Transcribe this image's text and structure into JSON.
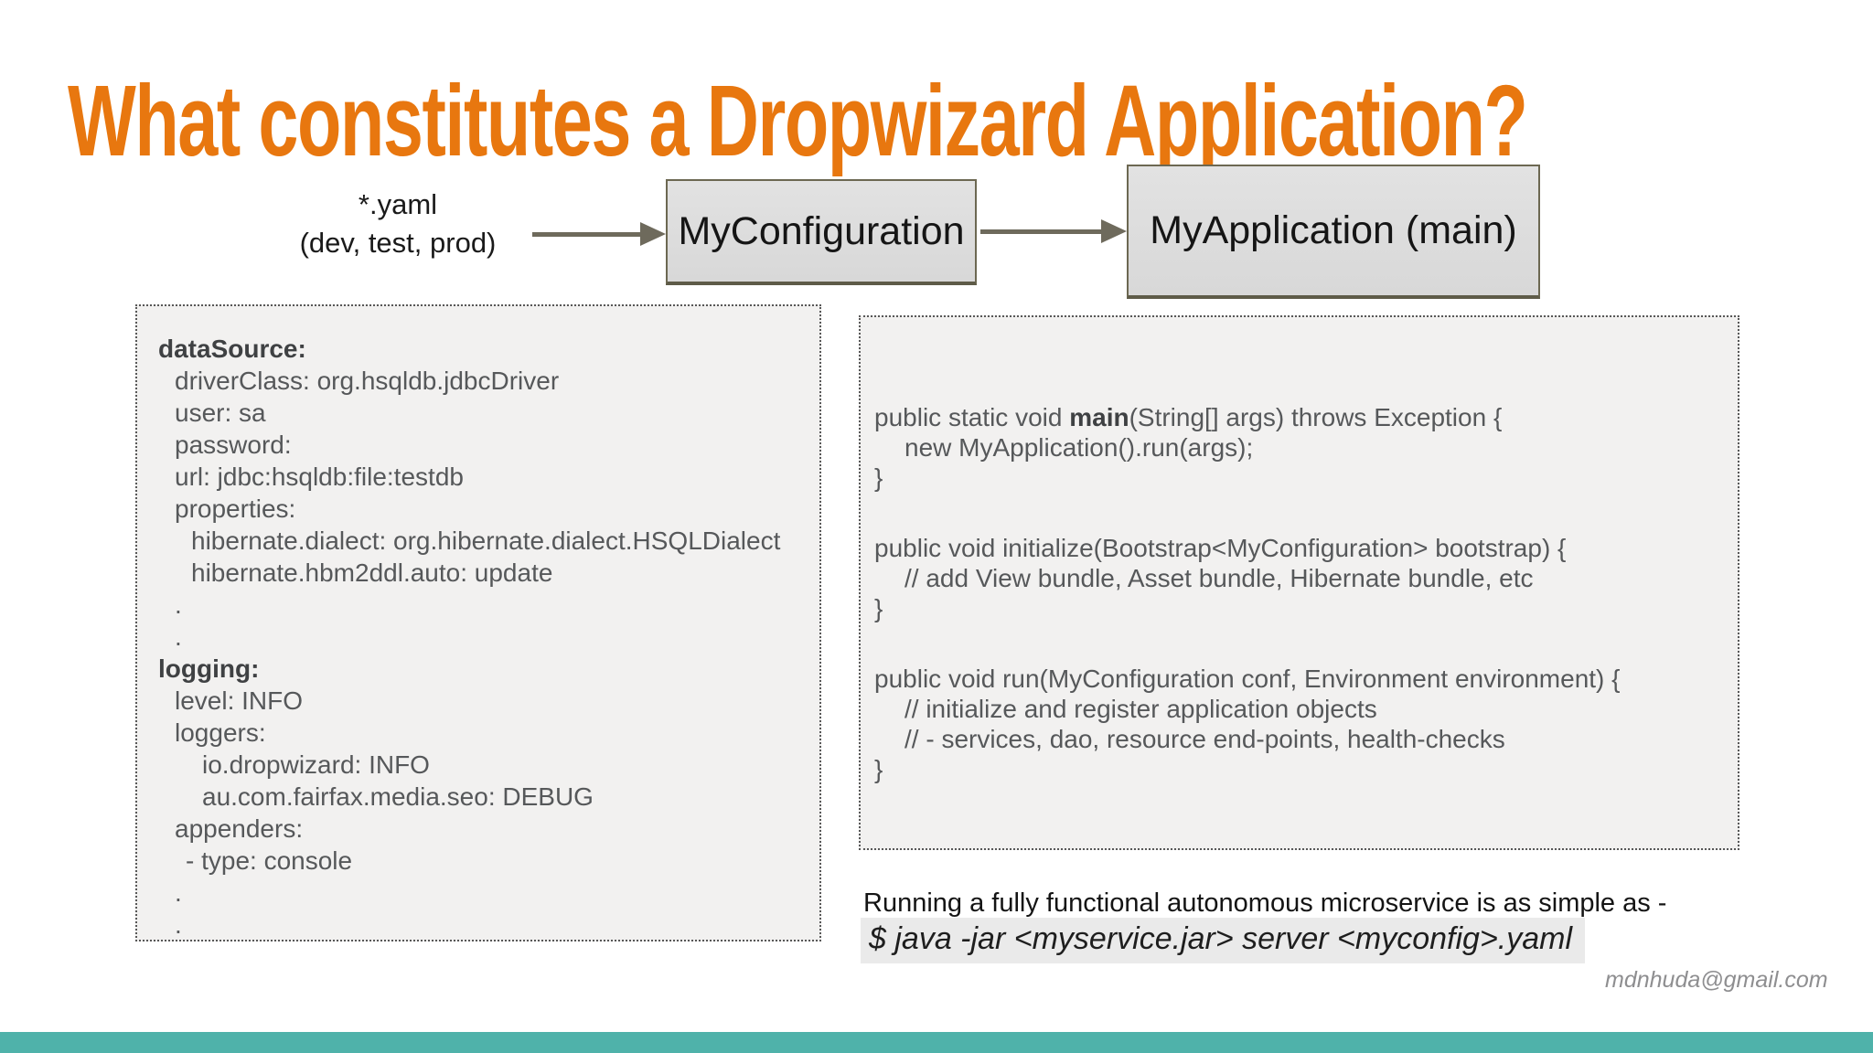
{
  "slide": {
    "title": "What constitutes a Dropwizard Application?",
    "accent_color": "#E8770F",
    "teal_bar_color": "#4FB2AA",
    "footer_email": "mdnhuda@gmail.com"
  },
  "diagram": {
    "yaml_label_line1": "*.yaml",
    "yaml_label_line2": "(dev, test, prod)",
    "config_box_label": "MyConfiguration",
    "app_box_label": "MyApplication (main)"
  },
  "yaml_panel": {
    "lines": [
      {
        "text": "dataSource:"
      },
      {
        "text": "driverClass: org.hsqldb.jdbcDriver"
      },
      {
        "text": "user: sa"
      },
      {
        "text": "password:"
      },
      {
        "text": "url: jdbc:hsqldb:file:testdb"
      },
      {
        "text": "properties:"
      },
      {
        "text": "hibernate.dialect: org.hibernate.dialect.HSQLDialect"
      },
      {
        "text": "hibernate.hbm2ddl.auto: update"
      },
      {
        "text": "."
      },
      {
        "text": "."
      },
      {
        "text": "logging:"
      },
      {
        "text": "level: INFO"
      },
      {
        "text": "loggers:"
      },
      {
        "text": "io.dropwizard: INFO"
      },
      {
        "text": "au.com.fairfax.media.seo: DEBUG"
      },
      {
        "text": "appenders:"
      },
      {
        "text": "- type: console"
      },
      {
        "text": "."
      },
      {
        "text": "."
      }
    ]
  },
  "java_panel": {
    "main_line_pre": "public static void ",
    "main_line_bold": "main",
    "main_line_post": "(String[] args) throws Exception {",
    "main_body": "new MyApplication().run(args);",
    "close_brace": "}",
    "initialize_line": "public void initialize(Bootstrap<MyConfiguration> bootstrap) {",
    "initialize_comment": "// add View bundle, Asset bundle, Hibernate bundle, etc",
    "run_line": "public void run(MyConfiguration conf, Environment environment) {",
    "run_comment1": "// initialize and register application objects",
    "run_comment2": "// - services, dao, resource end-points, health-checks"
  },
  "bottom": {
    "caption": "Running a fully functional autonomous microservice is as simple as -",
    "command": "$ java -jar <myservice.jar> server <myconfig>.yaml"
  }
}
